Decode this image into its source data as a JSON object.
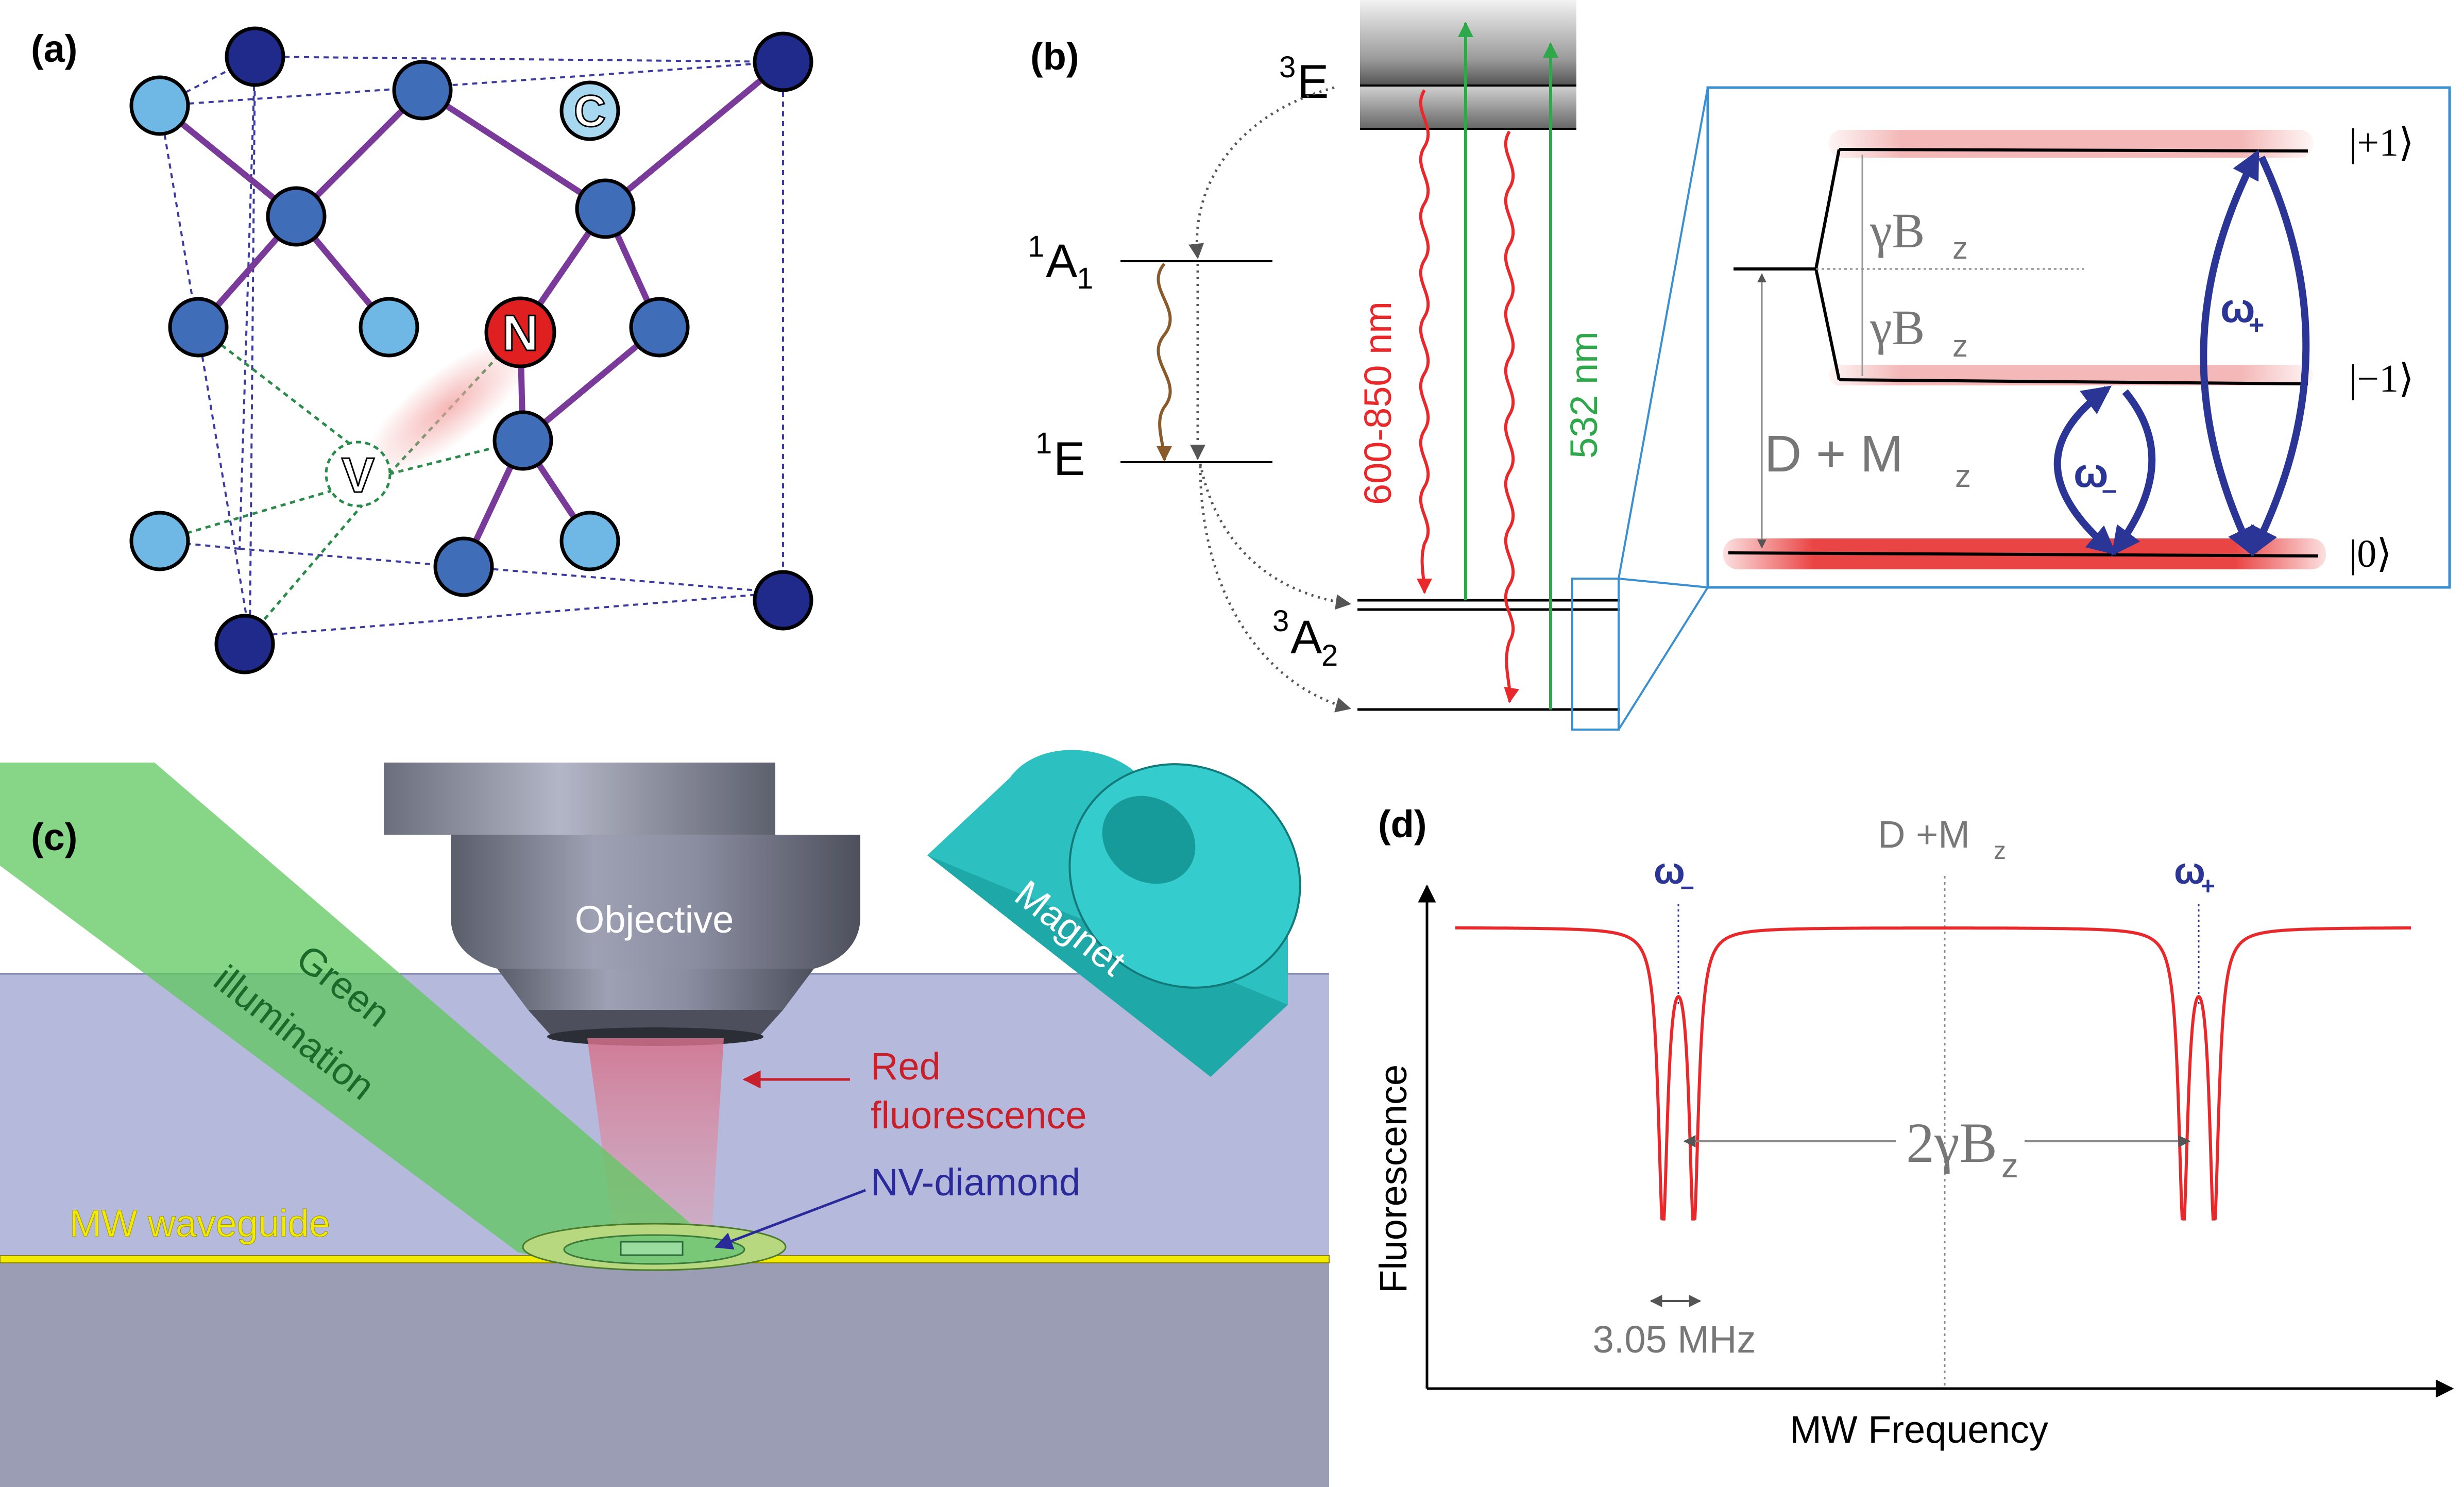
{
  "panel_labels": {
    "a": "(a)",
    "b": "(b)",
    "c": "(c)",
    "d": "(d)"
  },
  "panel_a": {
    "atom_labels": {
      "nitrogen": "N",
      "vacancy": "V",
      "carbon": "C"
    }
  },
  "panel_b": {
    "levels": {
      "excited_triplet": "E",
      "excited_triplet_sup": "3",
      "singlet_a1": "A",
      "singlet_a1_sup": "1",
      "singlet_a1_sub": "1",
      "singlet_e": "E",
      "singlet_e_sup": "1",
      "ground_triplet": "A",
      "ground_triplet_sup": "3",
      "ground_triplet_sub": "2"
    },
    "transitions": {
      "emission": "600-850 nm",
      "excitation": "532 nm"
    },
    "inset": {
      "states": {
        "plus": "|+1⟩",
        "minus": "|−1⟩",
        "zero": "|0⟩"
      },
      "zeeman_upper": "γB",
      "zeeman_upper_sub": "z",
      "zeeman_lower": "γB",
      "zeeman_lower_sub": "z",
      "zero_field": "D + M",
      "zero_field_sub": "z",
      "omega_plus": "ω",
      "omega_plus_sub": "+",
      "omega_minus": "ω",
      "omega_minus_sub": "–"
    }
  },
  "panel_c": {
    "objective": "Objective",
    "magnet": "Magnet",
    "green_line1": "Green",
    "green_line2": "illumination",
    "red_line1": "Red",
    "red_line2": "fluorescence",
    "nv_diamond": "NV-diamond",
    "waveguide": "MW waveguide"
  },
  "panel_d": {
    "xlabel": "MW Frequency",
    "ylabel": "Fluorescence",
    "center_label": "D +M",
    "center_label_sub": "z",
    "omega_minus": "ω",
    "omega_minus_sub": "–",
    "omega_plus": "ω",
    "omega_plus_sub": "+",
    "splitting": "2γB",
    "splitting_sub": "z",
    "hyperfine": "3.05 MHz"
  },
  "colors": {
    "dark_blue": "#1f2a8a",
    "mid_blue": "#3f6db8",
    "light_blue": "#6fb8e6",
    "bond_purple": "#7a3a9a",
    "nitrogen_red": "#e02020",
    "emission_red": "#e8282a",
    "excitation_green": "#2ea84a",
    "transition_brown": "#8b5a2b",
    "mw_blue": "#2a3595",
    "inset_border": "#3a8fd0",
    "magnet": "#22b5b5",
    "waveguide_yellow": "#f2ea00",
    "substrate": "#b5b9dc",
    "base": "#9a9db3"
  },
  "chart_data": {
    "type": "line",
    "title": "",
    "xlabel": "MW Frequency",
    "ylabel": "Fluorescence",
    "x_ticks": "none",
    "y_ticks": "none",
    "series": [
      {
        "dips": [
          {
            "position": "ω–",
            "hyperfine_pair": true,
            "relative_depth": 0.82
          },
          {
            "position": "ω+",
            "hyperfine_pair": true,
            "relative_depth": 0.82
          }
        ],
        "baseline": 1.0
      }
    ],
    "annotations": [
      "D +Mz",
      "2γBz",
      "3.05 MHz",
      "ω–",
      "ω+"
    ]
  }
}
